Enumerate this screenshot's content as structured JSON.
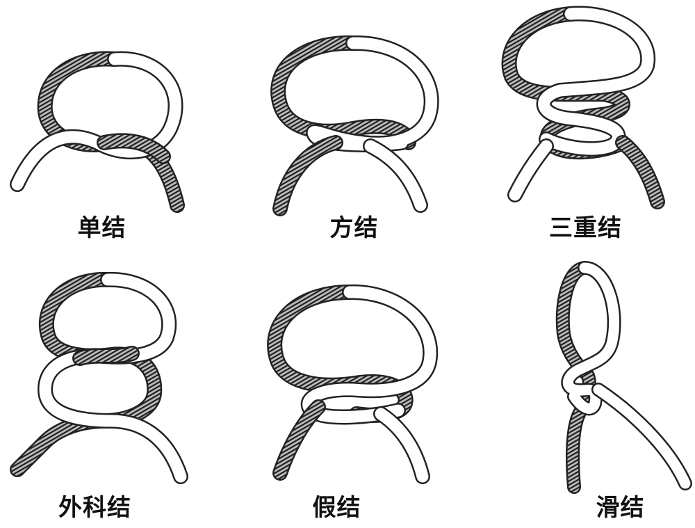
{
  "knots": [
    {
      "label": "单结"
    },
    {
      "label": "方结"
    },
    {
      "label": "三重结"
    },
    {
      "label": "外科结"
    },
    {
      "label": "假结"
    },
    {
      "label": "滑结"
    }
  ],
  "colors": {
    "rope_outline": "#222222",
    "rope_light": "#ffffff",
    "rope_dark_fill": "#8a8a8a",
    "label": "#111111"
  }
}
